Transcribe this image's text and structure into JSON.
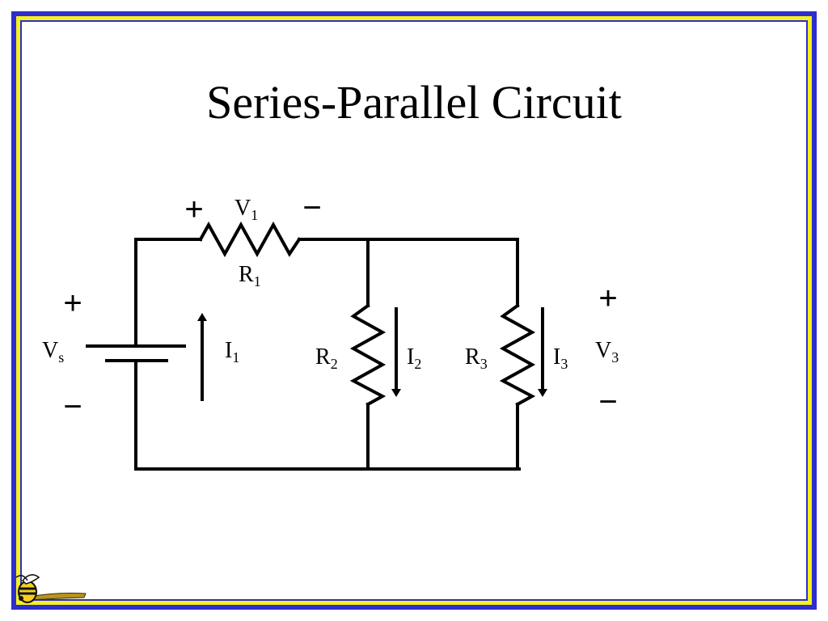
{
  "slide": {
    "title": "Series-Parallel Circuit",
    "colors": {
      "border_blue": "#2e2ecc",
      "border_yellow": "#f5f01e",
      "ink": "#000000"
    }
  },
  "circuit": {
    "source": {
      "label": "V",
      "sub": "s",
      "plus": "+",
      "minus": "−"
    },
    "r1": {
      "label": "R",
      "sub": "1"
    },
    "v1": {
      "label": "V",
      "sub": "1",
      "plus": "+",
      "minus": "−"
    },
    "i1": {
      "label": "I",
      "sub": "1"
    },
    "r2": {
      "label": "R",
      "sub": "2"
    },
    "i2": {
      "label": "I",
      "sub": "2"
    },
    "r3": {
      "label": "R",
      "sub": "3"
    },
    "i3": {
      "label": "I",
      "sub": "3"
    },
    "v3": {
      "label": "V",
      "sub": "3",
      "plus": "+",
      "minus": "−"
    }
  },
  "logo": {
    "icon": "yellow-jacket-mascot-icon"
  }
}
